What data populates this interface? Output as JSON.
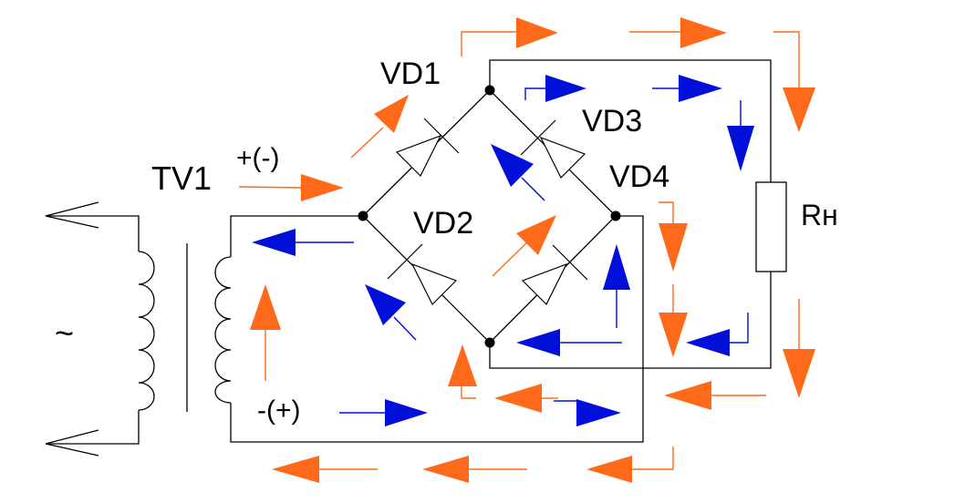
{
  "labels": {
    "tv1": "TV1",
    "vd1": "VD1",
    "vd2": "VD2",
    "vd3": "VD3",
    "vd4": "VD4",
    "rn": "Rн",
    "tilde": "~",
    "plus_minus": "+(-)",
    "minus_plus": "-(+)"
  },
  "colors": {
    "wire": "#000000",
    "orange": "#ff6a1a",
    "blue": "#0010d8",
    "background": "#ffffff"
  }
}
